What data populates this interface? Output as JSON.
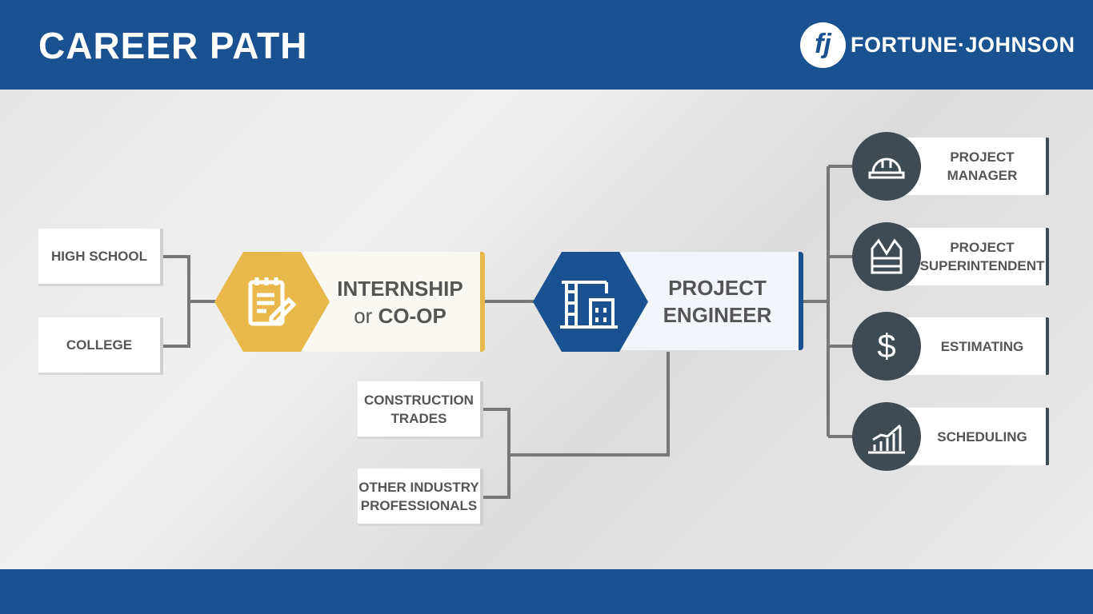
{
  "header": {
    "title": "CAREER PATH",
    "logo_mark": "fj",
    "logo_text": "FORTUNE·JOHNSON"
  },
  "entry": [
    {
      "label": "HIGH SCHOOL"
    },
    {
      "label": "COLLEGE"
    }
  ],
  "internship": {
    "line1": "INTERNSHIP",
    "or": "or",
    "line2": "CO-OP",
    "icon": "notepad-pencil-icon"
  },
  "project_engineer": {
    "line1": "PROJECT",
    "line2": "ENGINEER",
    "icon": "crane-building-icon"
  },
  "other_entry": [
    {
      "line1": "CONSTRUCTION",
      "line2": "TRADES"
    },
    {
      "line1": "OTHER INDUSTRY",
      "line2": "PROFESSIONALS"
    }
  ],
  "roles": [
    {
      "line1": "PROJECT",
      "line2": "MANAGER",
      "icon": "hard-hat-icon"
    },
    {
      "line1": "PROJECT",
      "line2": "SUPERINTENDENT",
      "icon": "safety-vest-icon"
    },
    {
      "line1": "ESTIMATING",
      "line2": "",
      "icon": "dollar-icon",
      "glyph": "$"
    },
    {
      "line1": "SCHEDULING",
      "line2": "",
      "icon": "growth-chart-icon"
    }
  ],
  "colors": {
    "blue": "#1a5190",
    "yellow": "#e8b84a",
    "dark": "#3f4b53"
  }
}
